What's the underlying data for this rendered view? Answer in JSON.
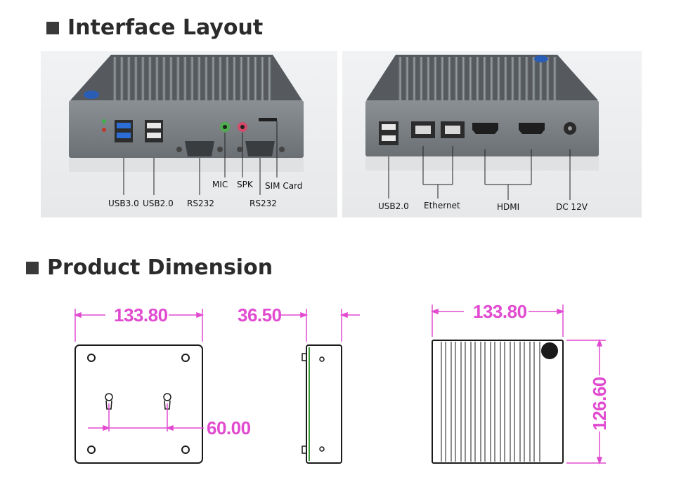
{
  "sections": {
    "interface_title": "Interface Layout",
    "dimension_title": "Product Dimension"
  },
  "front_ports": {
    "usb30": "USB3.0",
    "usb20": "USB2.0",
    "rs232_a": "RS232",
    "mic": "MIC",
    "spk": "SPK",
    "sim": "SIM Card",
    "rs232_b": "RS232"
  },
  "back_ports": {
    "usb20": "USB2.0",
    "ethernet": "Ethernet",
    "hdmi": "HDMI",
    "dc": "DC 12V"
  },
  "dimensions": {
    "bottom_width": "133.80",
    "mount_spacing": "60.00",
    "side_height": "36.50",
    "top_width": "133.80",
    "top_depth": "126.60"
  },
  "colors": {
    "dimension": "#e14bd0",
    "chassis": "#7d8286"
  }
}
